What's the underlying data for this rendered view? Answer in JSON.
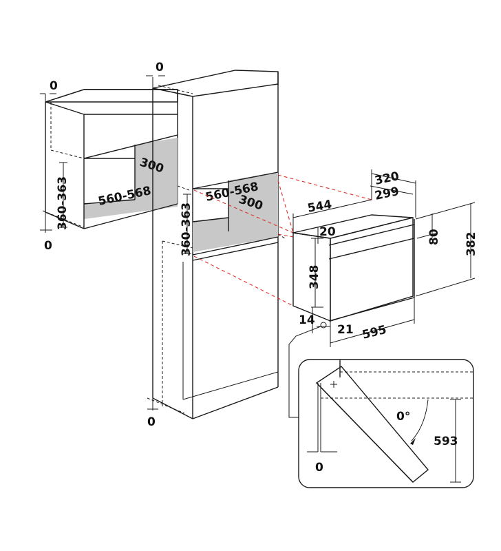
{
  "colors": {
    "line": "#1a1a1a",
    "niche_fill": "#c8c8c8",
    "guide_dashes": "#e0302a",
    "background": "#ffffff"
  },
  "labels": {
    "wall_cab_top_gap": "0",
    "wall_cab_bottom_gap": "0",
    "wall_niche_height": "360-363",
    "wall_niche_width": "560-568",
    "wall_niche_depth": "300",
    "tall_cab_top_gap": "0",
    "tall_niche_width": "560-568",
    "tall_niche_depth": "300",
    "tall_niche_height": "360-363",
    "tall_cab_bottom_gap": "0",
    "oven_depth_total": "320",
    "oven_depth_body": "299",
    "oven_body_depth": "544",
    "oven_top_offset": "20",
    "oven_panel_height": "80",
    "oven_total_height": "382",
    "oven_body_height": "348",
    "oven_side_offset": "14",
    "oven_front_offset": "21",
    "oven_width": "595",
    "door_angle": "0°",
    "door_open_height": "593",
    "door_gap": "0"
  }
}
